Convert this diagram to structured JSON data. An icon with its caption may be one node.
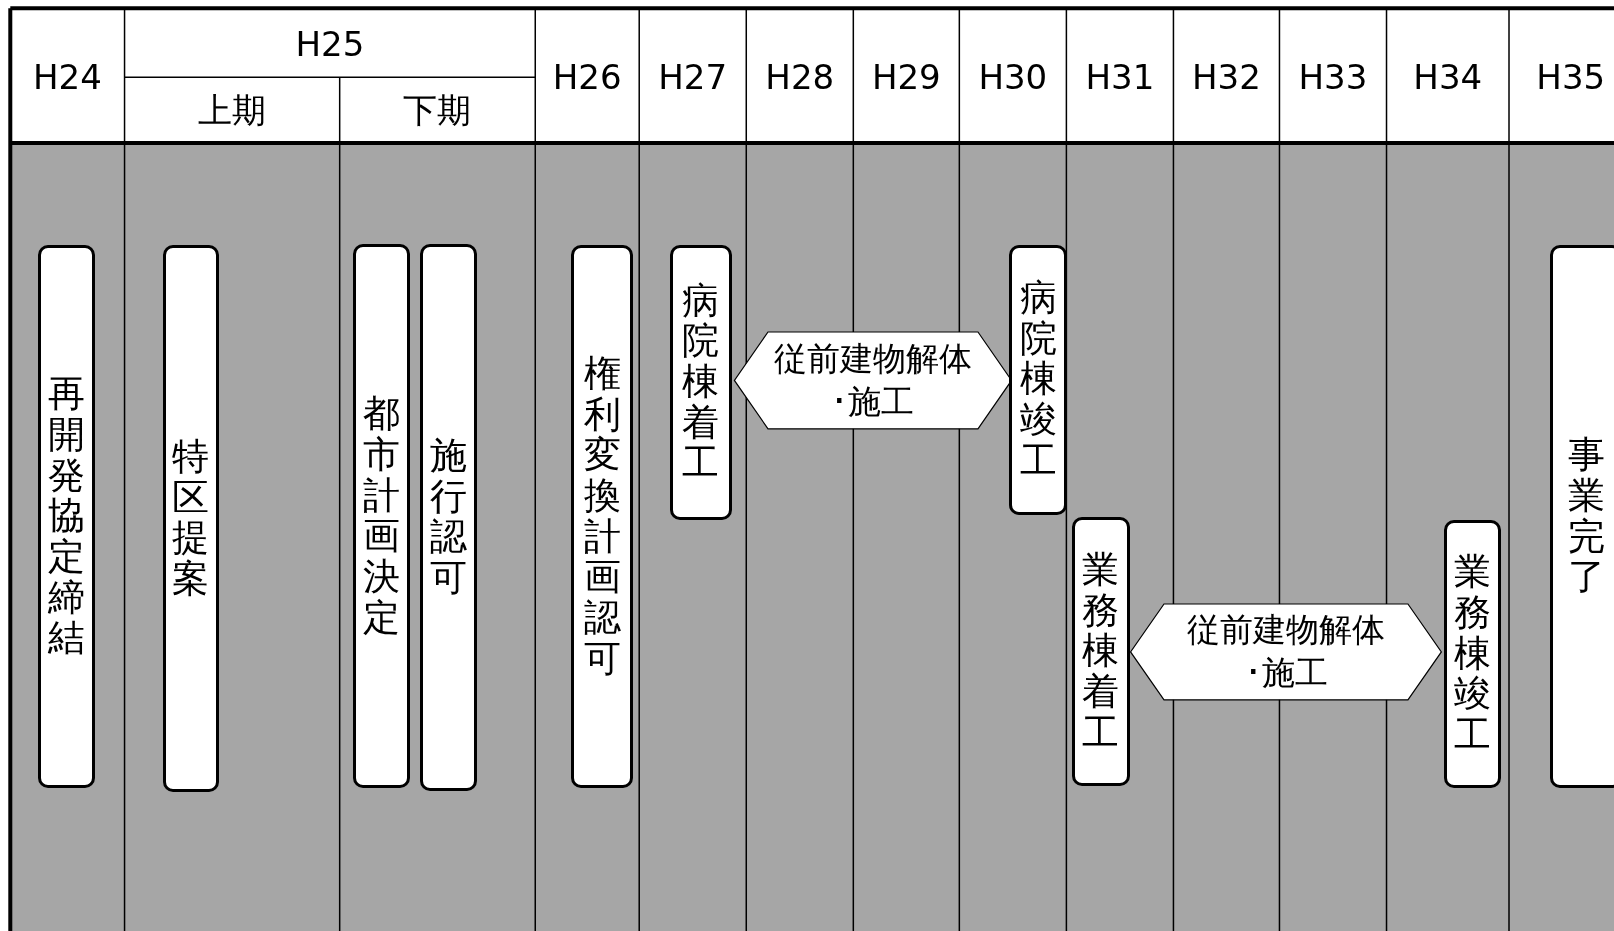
{
  "diagram": {
    "nodes": [
      {
        "text": [
          "再開発協定締結"
        ]
      },
      {
        "text": [
          "特区提案"
        ]
      },
      {
        "text": [
          "都市計画決定"
        ]
      },
      {
        "text": [
          "施行認可"
        ]
      },
      {
        "text": [
          "権利変換計画認可"
        ]
      },
      {
        "text": [
          "病院棟着工"
        ]
      },
      {
        "text": [
          "従前建物解体･施工"
        ]
      },
      {
        "text": [
          "病院棟竣工"
        ]
      },
      {
        "text": [
          "業務棟着工"
        ]
      },
      {
        "text": [
          "従前建物解体･施工"
        ]
      },
      {
        "text": [
          "業務棟竣工"
        ]
      },
      {
        "text": [
          "事業完了"
        ]
      }
    ],
    "edges": [],
    "labels": [
      "H24",
      "H25",
      "H26",
      "H27",
      "H28",
      "H29",
      "H30",
      "H31",
      "H32",
      "H33",
      "H34",
      "H35",
      "上期",
      "下期"
    ]
  }
}
